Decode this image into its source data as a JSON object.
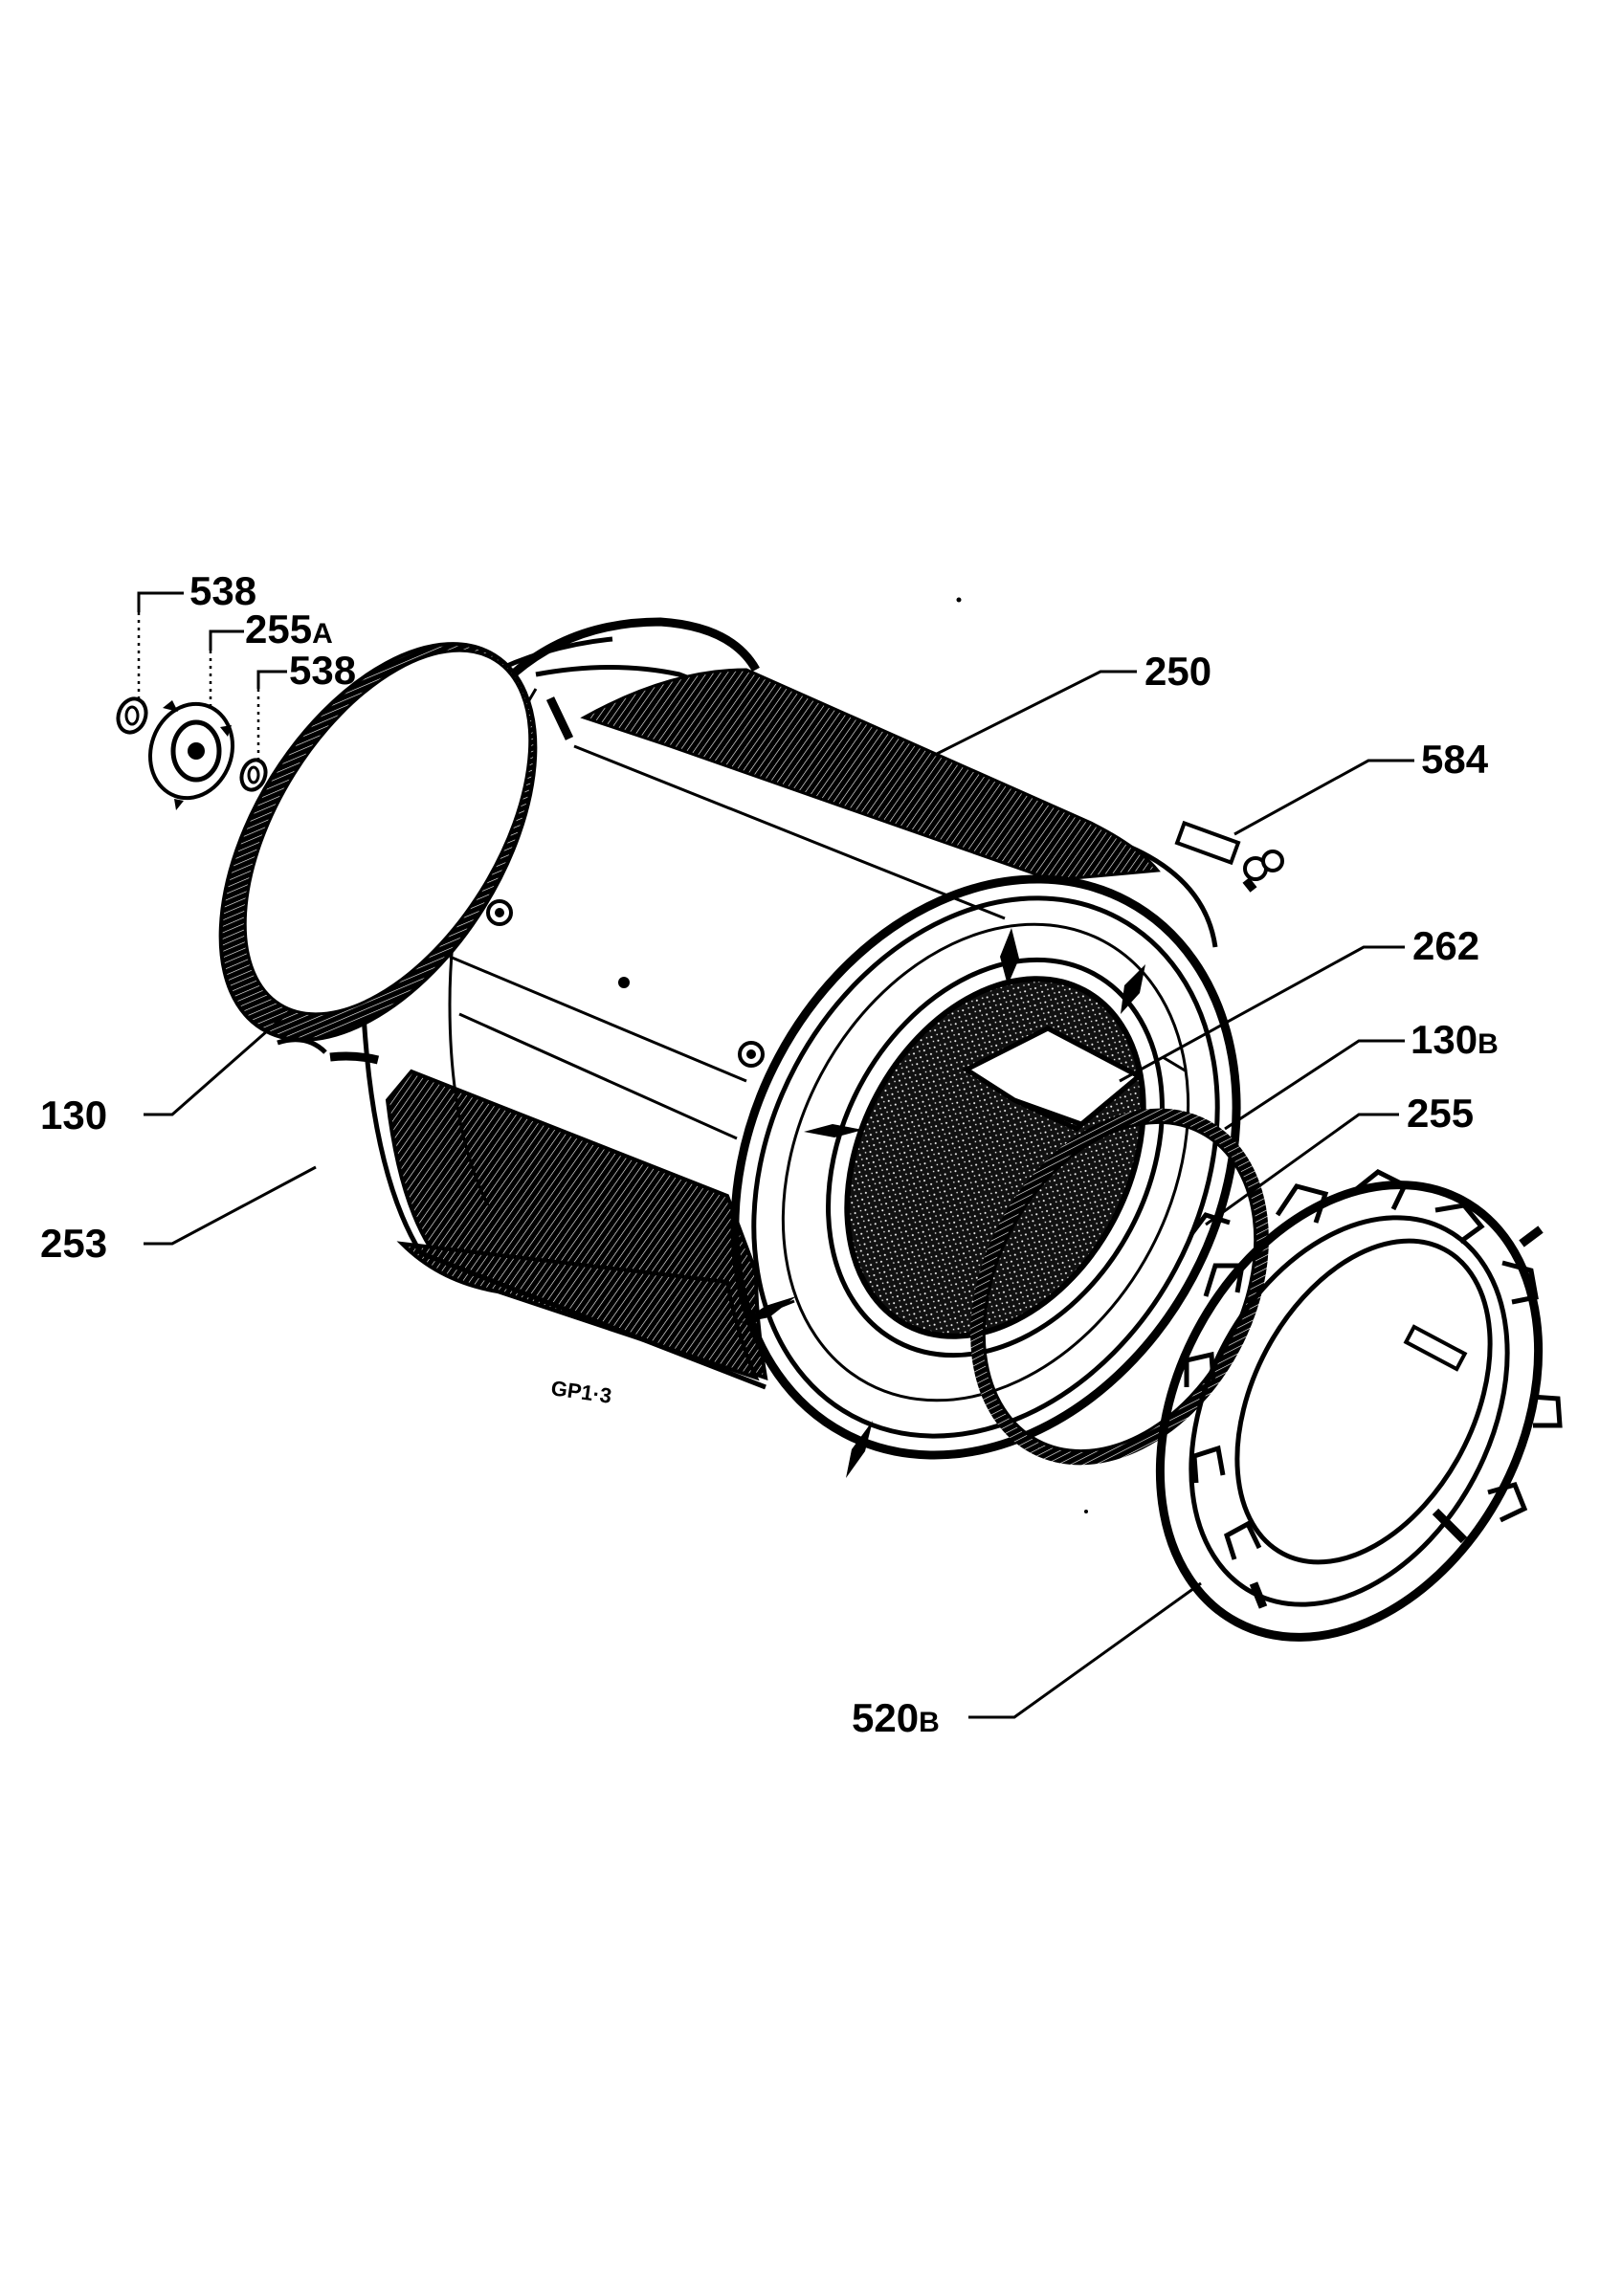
{
  "diagram": {
    "labels": [
      {
        "id": "538-top",
        "number": "538",
        "suffix": ""
      },
      {
        "id": "255A",
        "number": "255",
        "suffix": "A"
      },
      {
        "id": "538-bottom",
        "number": "538",
        "suffix": ""
      },
      {
        "id": "250",
        "number": "250",
        "suffix": ""
      },
      {
        "id": "584",
        "number": "584",
        "suffix": ""
      },
      {
        "id": "262",
        "number": "262",
        "suffix": ""
      },
      {
        "id": "130B",
        "number": "130",
        "suffix": "B"
      },
      {
        "id": "255",
        "number": "255",
        "suffix": ""
      },
      {
        "id": "130",
        "number": "130",
        "suffix": ""
      },
      {
        "id": "253",
        "number": "253",
        "suffix": ""
      },
      {
        "id": "520B",
        "number": "520",
        "suffix": "B"
      }
    ],
    "drawing_code": "GP1·3"
  },
  "colors": {
    "ink": "#000000",
    "paper": "#ffffff"
  }
}
